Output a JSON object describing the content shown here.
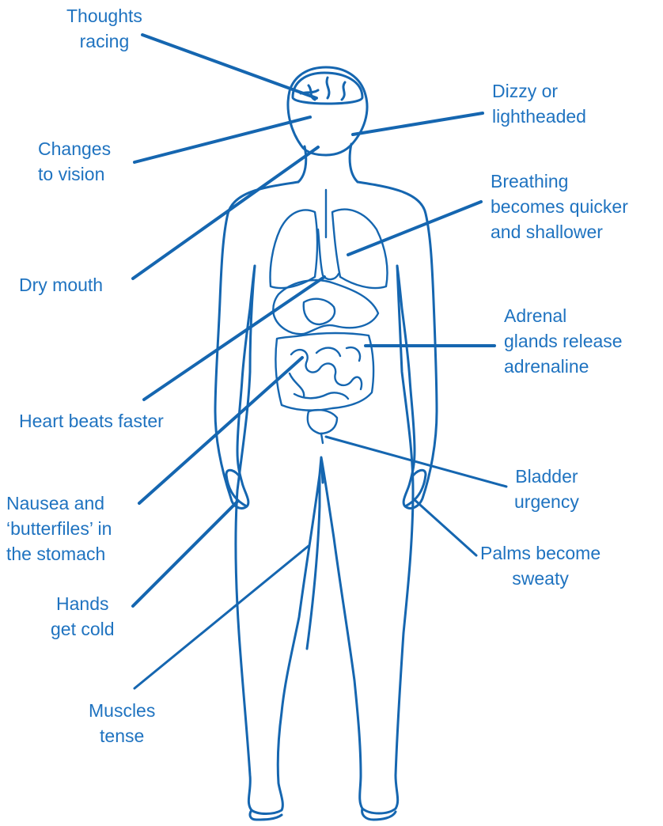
{
  "colors": {
    "ink": "#1566b0",
    "text": "#1f73c0",
    "background": "#ffffff"
  },
  "labels": {
    "thoughts_racing": [
      "Thoughts",
      "racing"
    ],
    "dizzy": [
      "Dizzy or",
      "lightheaded"
    ],
    "changes_vision": [
      "Changes",
      "to vision"
    ],
    "breathing": [
      "Breathing",
      "becomes quicker",
      "and shallower"
    ],
    "dry_mouth": [
      "Dry mouth"
    ],
    "adrenal": [
      "Adrenal",
      "glands release",
      "adrenaline"
    ],
    "heart": [
      "Heart beats faster"
    ],
    "bladder": [
      "Bladder",
      "urgency"
    ],
    "nausea": [
      "Nausea and",
      "‘butterfiles’ in",
      "the stomach"
    ],
    "palms": [
      "Palms become",
      "sweaty"
    ],
    "hands": [
      "Hands",
      "get cold"
    ],
    "muscles": [
      "Muscles",
      "tense"
    ]
  }
}
